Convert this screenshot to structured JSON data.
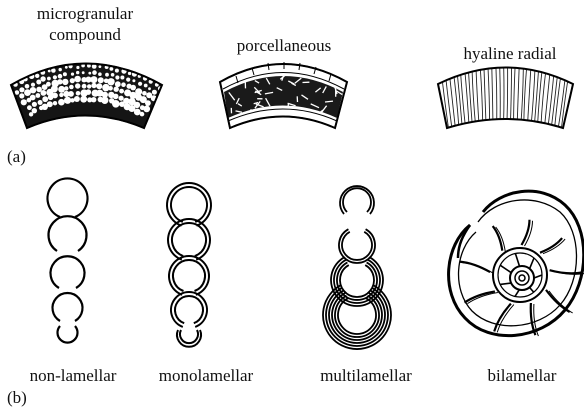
{
  "part_a": {
    "panel_label": "(a)",
    "items": [
      {
        "label_line1": "microgranular",
        "label_line2": "compound"
      },
      {
        "label": "porcellaneous"
      },
      {
        "label": "hyaline radial"
      }
    ]
  },
  "part_b": {
    "panel_label": "(b)",
    "items": [
      {
        "label": "non-lamellar"
      },
      {
        "label": "monolamellar"
      },
      {
        "label": "multilamellar"
      },
      {
        "label": "bilamellar"
      }
    ]
  }
}
